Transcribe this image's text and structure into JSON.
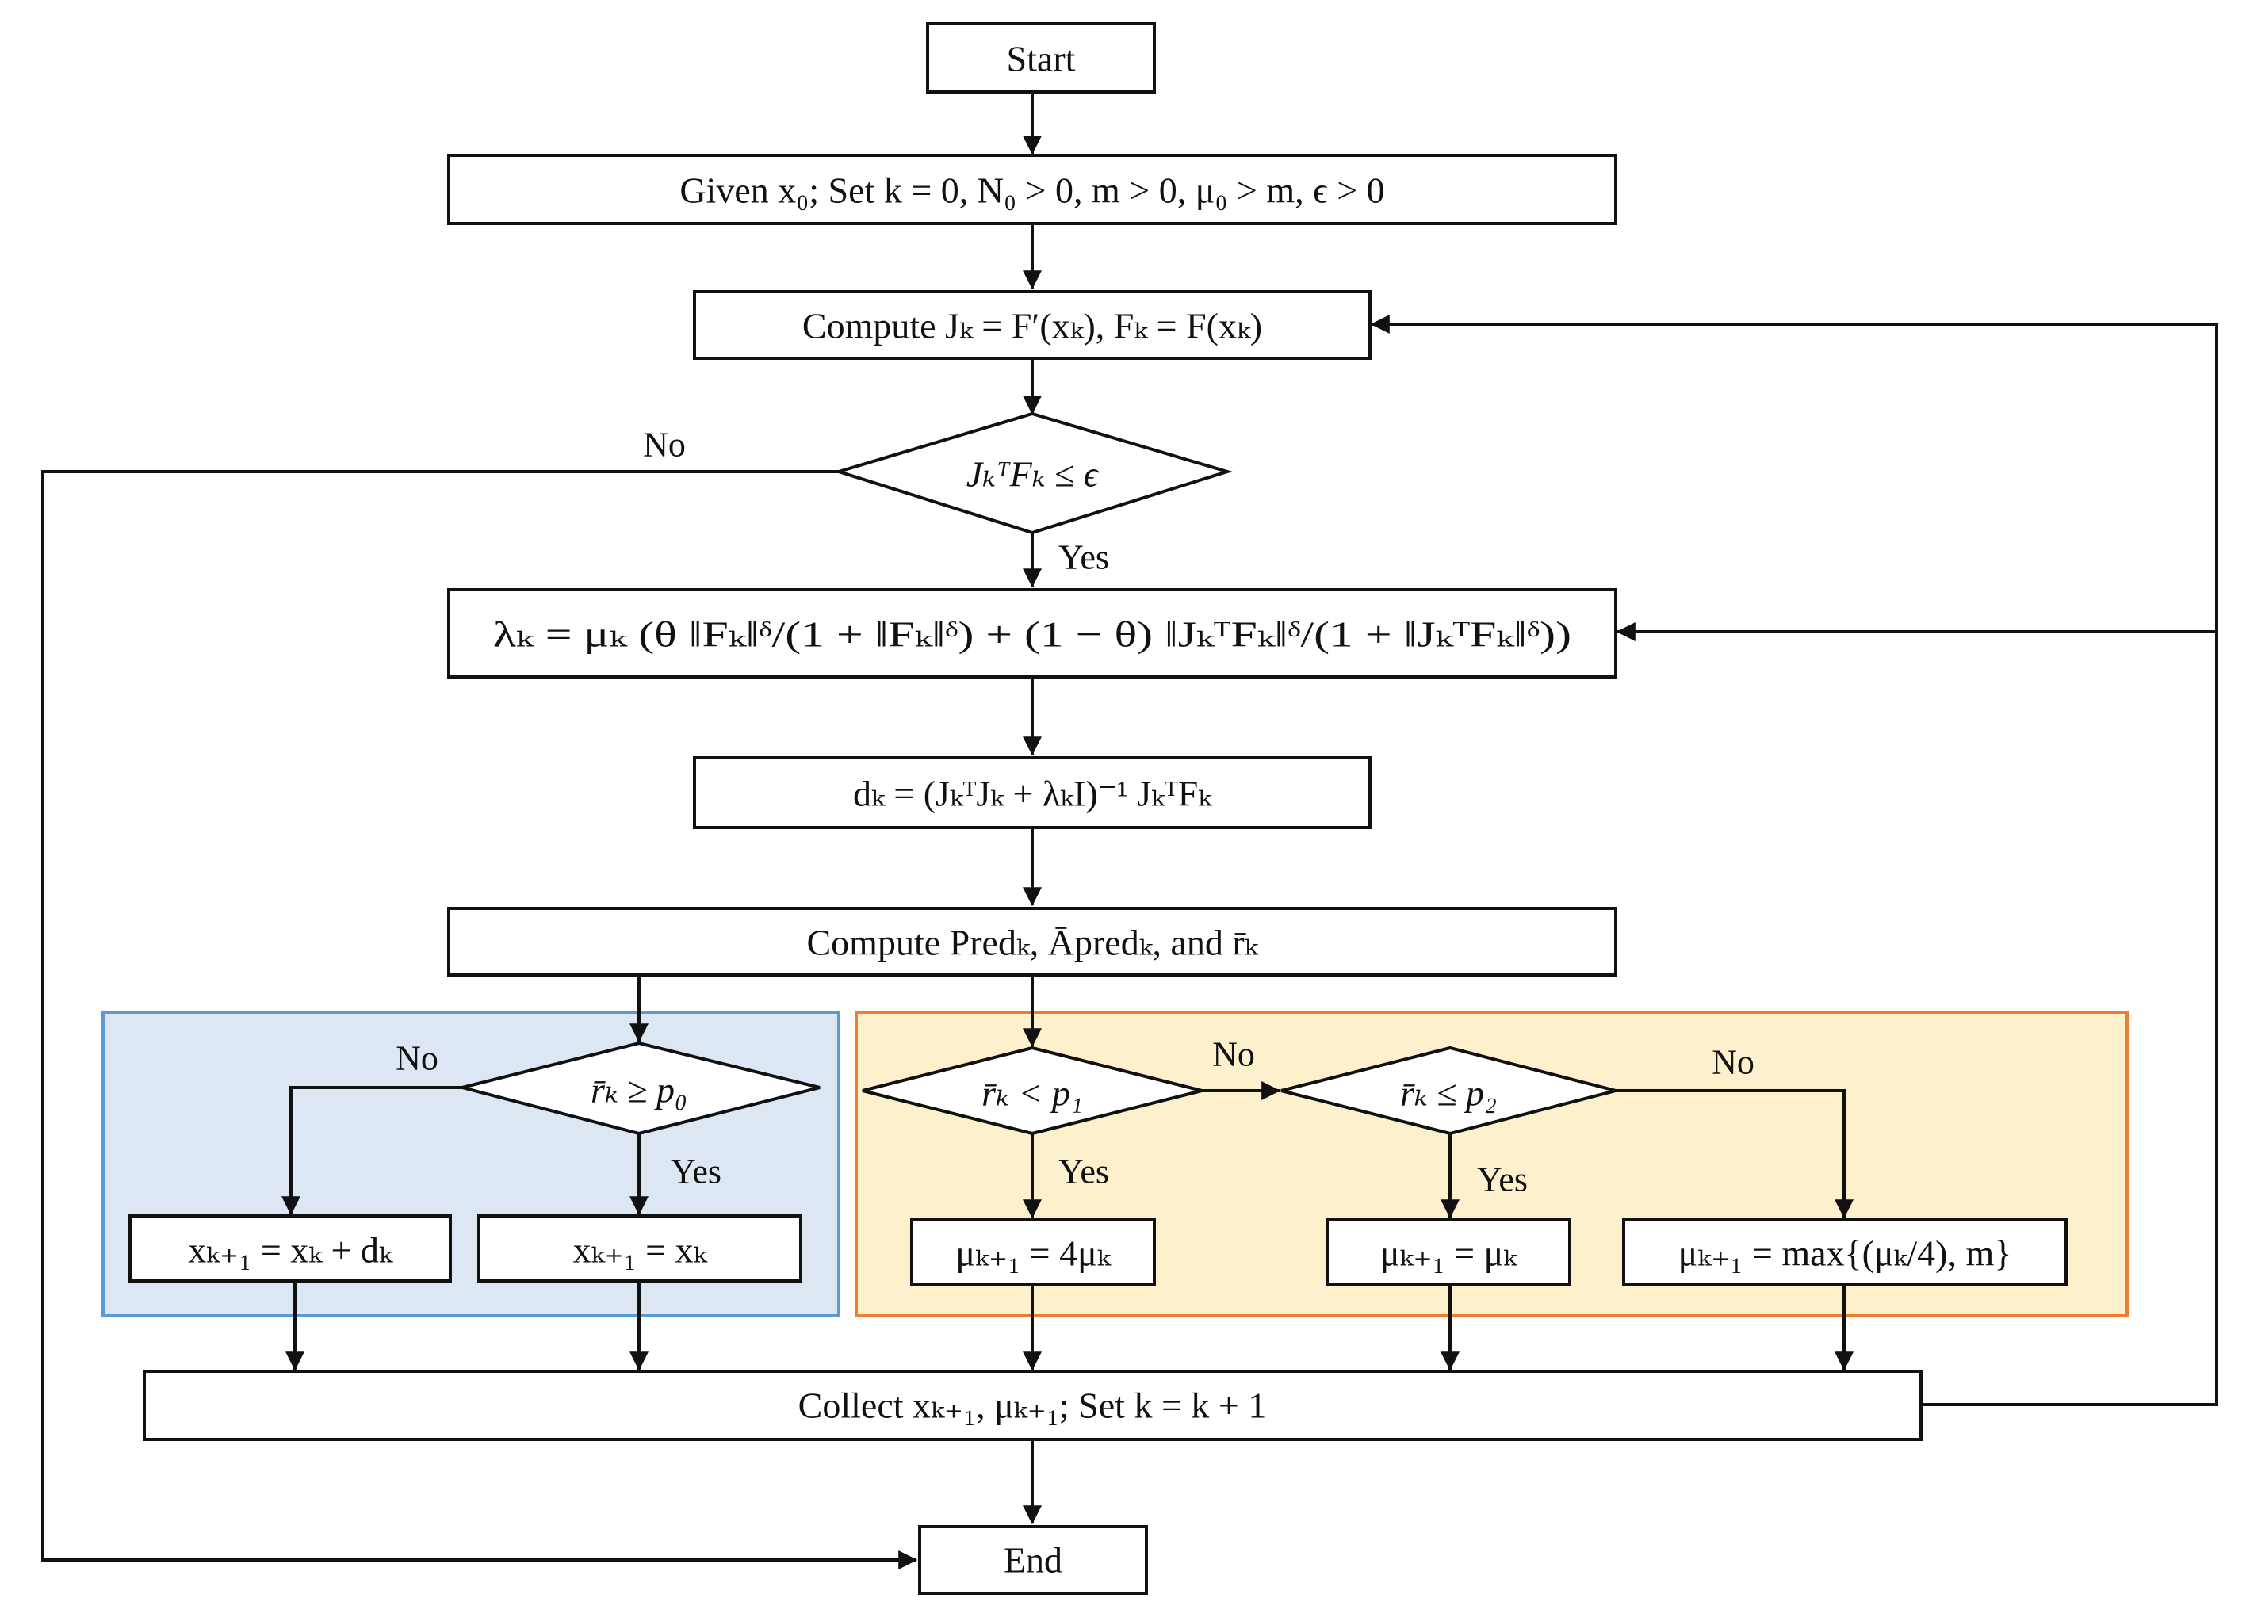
{
  "colors": {
    "stroke": "#111111",
    "blue_region_fill": "#dce7f3",
    "blue_region_border": "#5b9bd5",
    "orange_region_fill": "#fdf0cc",
    "orange_region_border": "#ed7d31"
  },
  "nodes": {
    "start": "Start",
    "init": "Given x₀; Set k = 0, N₀ > 0, m > 0, μ₀ > m, ϵ > 0",
    "compute_jacobian": "Compute Jₖ = F′(xₖ), Fₖ = F(xₖ)",
    "check_convergence": "JₖᵀFₖ ≤ ϵ",
    "lambda_update": "λₖ = μₖ (θ ‖Fₖ‖ᵟ/(1 + ‖Fₖ‖ᵟ) + (1 − θ) ‖JₖᵀFₖ‖ᵟ/(1 + ‖JₖᵀFₖ‖ᵟ))",
    "direction": "dₖ = (JₖᵀJₖ + λₖI)⁻¹ JₖᵀFₖ",
    "compute_ratio": "Compute Predₖ, Āpredₖ, and r̄ₖ",
    "check_p0": "r̄ₖ ≥ p₀",
    "step_accept": "xₖ₊₁ = xₖ + dₖ",
    "step_reject": "xₖ₊₁ = xₖ",
    "check_p1": "r̄ₖ < p₁",
    "check_p2": "r̄ₖ ≤ p₂",
    "mu_increase": "μₖ₊₁ = 4μₖ",
    "mu_keep": "μₖ₊₁ = μₖ",
    "mu_decrease": "μₖ₊₁ = max{(μₖ/4), m}",
    "collect": "Collect xₖ₊₁, μₖ₊₁; Set k = k + 1",
    "end": "End"
  },
  "edge_labels": {
    "convergence_no": "No",
    "convergence_yes": "Yes",
    "p0_no": "No",
    "p0_yes": "Yes",
    "p1_no": "No",
    "p1_yes": "Yes",
    "p2_no": "No",
    "p2_yes": "Yes"
  }
}
